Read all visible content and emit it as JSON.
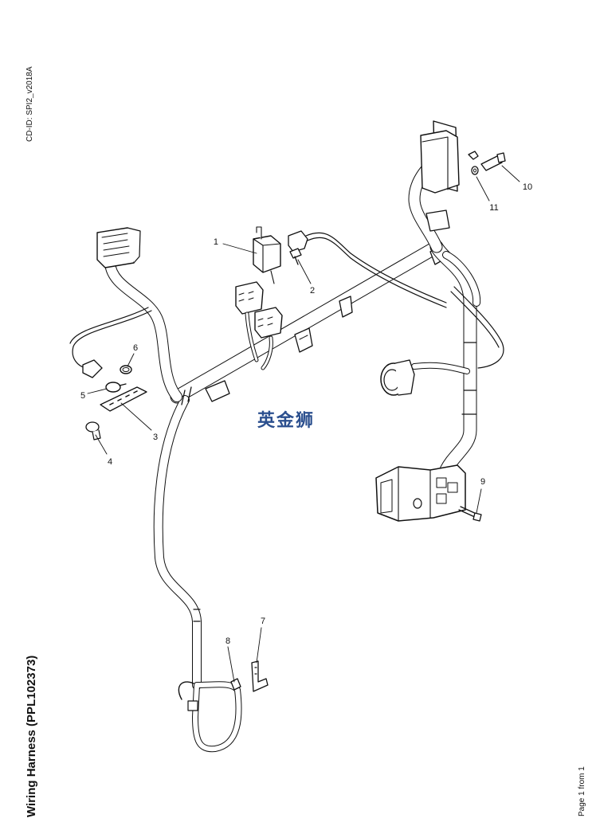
{
  "document": {
    "cd_id": "CD-ID: SPI2_v2018A",
    "title": "Wiring Harness (PPL102373)",
    "page": "Page 1 from 1"
  },
  "watermark": "英金狮",
  "callouts": [
    "1",
    "2",
    "3",
    "4",
    "5",
    "6",
    "7",
    "8",
    "9",
    "10",
    "11"
  ],
  "colors": {
    "line": "#111111",
    "part_fill": "#ffffff",
    "watermark": "#2b4f8e"
  }
}
